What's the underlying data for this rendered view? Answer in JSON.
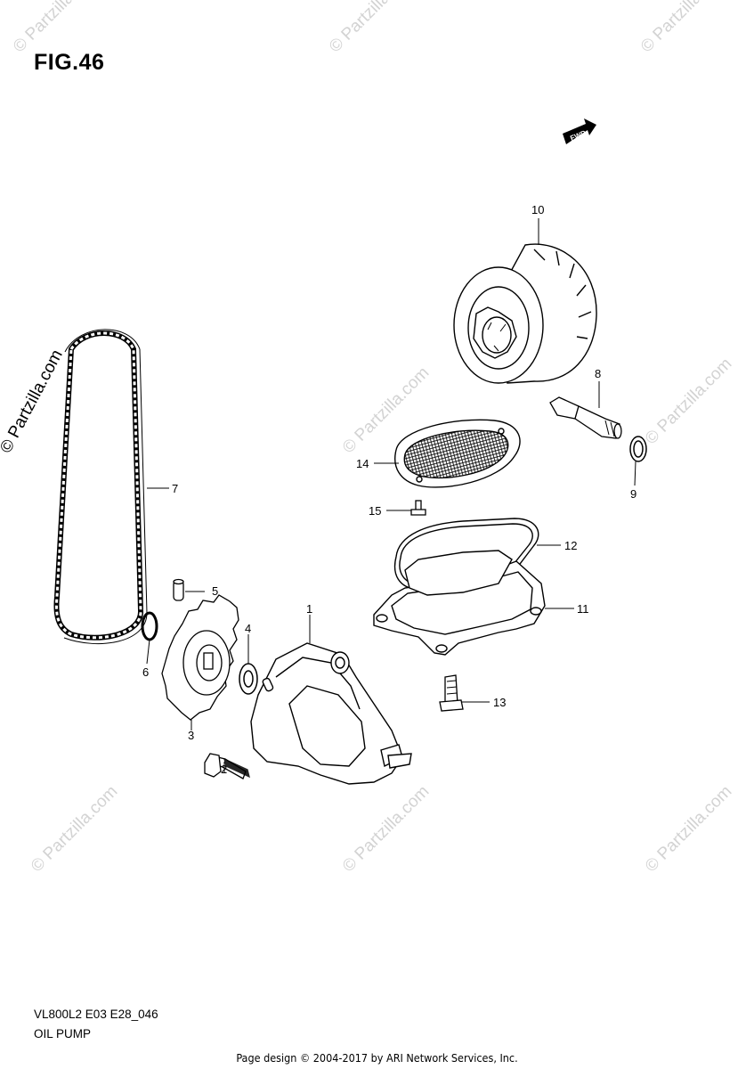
{
  "figure": {
    "title": "FIG.46"
  },
  "footer": {
    "model_code": "VL800L2 E03 E28_046",
    "part_title": "OIL PUMP",
    "credit": "Page design © 2004-2017 by ARI Network Services, Inc."
  },
  "watermark": {
    "text": "© Partzilla.com"
  },
  "fwd_badge": {
    "text": "FWD"
  },
  "callouts": [
    {
      "id": "1",
      "label": "1"
    },
    {
      "id": "2",
      "label": "2"
    },
    {
      "id": "3",
      "label": "3"
    },
    {
      "id": "4",
      "label": "4"
    },
    {
      "id": "5",
      "label": "5"
    },
    {
      "id": "6",
      "label": "6"
    },
    {
      "id": "7",
      "label": "7"
    },
    {
      "id": "8",
      "label": "8"
    },
    {
      "id": "9",
      "label": "9"
    },
    {
      "id": "10",
      "label": "10"
    },
    {
      "id": "11",
      "label": "11"
    },
    {
      "id": "12",
      "label": "12"
    },
    {
      "id": "13",
      "label": "13"
    },
    {
      "id": "14",
      "label": "14"
    },
    {
      "id": "15",
      "label": "15"
    }
  ],
  "colors": {
    "line": "#000000",
    "watermark": "#d3d3d3",
    "background": "#ffffff"
  }
}
